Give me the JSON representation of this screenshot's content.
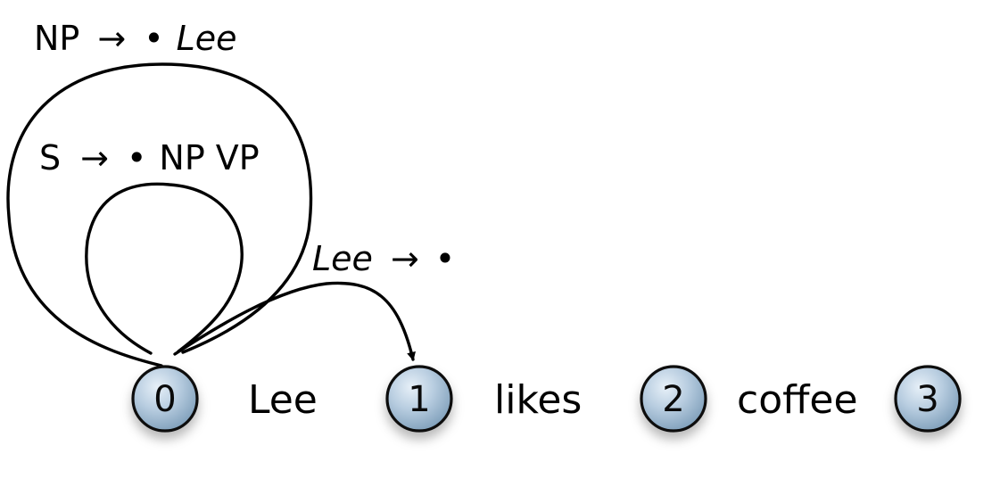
{
  "nodes": [
    {
      "id": "0",
      "label": "0"
    },
    {
      "id": "1",
      "label": "1"
    },
    {
      "id": "2",
      "label": "2"
    },
    {
      "id": "3",
      "label": "3"
    }
  ],
  "words": [
    {
      "text": "Lee"
    },
    {
      "text": "likes"
    },
    {
      "text": "coffee"
    }
  ],
  "edges": [
    {
      "from": "0",
      "to": "0",
      "lhs": "NP",
      "arrow": "→",
      "dot": "•",
      "rhs": "Lee",
      "rhs_italic": true
    },
    {
      "from": "0",
      "to": "0",
      "lhs": "S",
      "arrow": "→",
      "dot": "•",
      "rhs": "NP VP",
      "rhs_italic": false
    },
    {
      "from": "0",
      "to": "1",
      "lhs": "Lee",
      "lhs_italic": true,
      "arrow": "→",
      "dot": "•",
      "rhs": ""
    }
  ],
  "colors": {
    "node_fill_light": "#e7f0f8",
    "node_fill_mid": "#a9c3d8",
    "node_fill_dark": "#7f9fba",
    "node_stroke": "#0d0d0d",
    "line": "#000000",
    "text": "#000000"
  }
}
